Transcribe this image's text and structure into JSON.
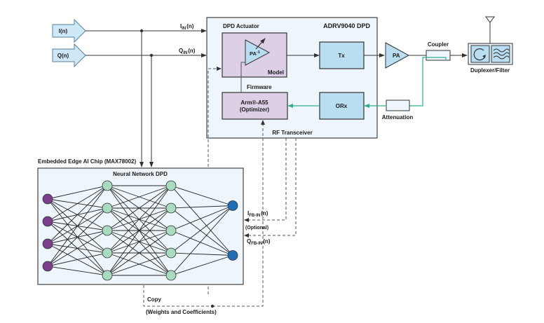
{
  "inputs": {
    "i_label": "I(n)",
    "q_label": "Q(n)",
    "i_in_label": "I",
    "i_in_sub": "IN",
    "i_in_tail": "(n)",
    "q_in_label": "Q",
    "q_in_sub": "IN",
    "q_in_tail": "(n)"
  },
  "adrv": {
    "title": "ADRV9040 DPD",
    "footer": "RF Transceiver",
    "actuator_label": "DPD Actuator",
    "pa_inv_label": "PA",
    "pa_inv_sup": "-1",
    "model_label": "Model",
    "firmware_label": "Firmware",
    "arm_line1": "Arm®-A55",
    "arm_line2": "(Optimizer)",
    "tx_label": "Tx",
    "orx_label": "ORx"
  },
  "rf": {
    "pa_label": "PA",
    "coupler_label": "Coupler",
    "duplexer_label": "Duplexer/Filter",
    "attenuation_label": "Attenuation"
  },
  "chip": {
    "title": "Embedded Edge AI Chip (MAX78002)",
    "nn_title": "Neural Network DPD",
    "layers": [
      {
        "name": "input",
        "nodes": 4,
        "color": "#7b3f8c"
      },
      {
        "name": "hidden1",
        "nodes": 5,
        "color": "#a8dbc0"
      },
      {
        "name": "hidden2",
        "nodes": 5,
        "color": "#a8dbc0"
      },
      {
        "name": "output",
        "nodes": 2,
        "color": "#1e6fb5"
      }
    ]
  },
  "feedback": {
    "ifb_label": "I",
    "ifb_sub": "FB-IN",
    "ifb_tail": "(n)",
    "optional_label": "(Optional)",
    "qfb_label": "Q",
    "qfb_sub": "FB-IN",
    "qfb_tail": "(n)"
  },
  "copy": {
    "label": "Copy",
    "sublabel": "(Weights and Coefficients)"
  },
  "colors": {
    "light_blue_box": "#eef6fc",
    "blue_fill": "#b9def2",
    "purple_fill": "#ddd0e6",
    "green_line": "#2bb08a",
    "line": "#333333"
  }
}
